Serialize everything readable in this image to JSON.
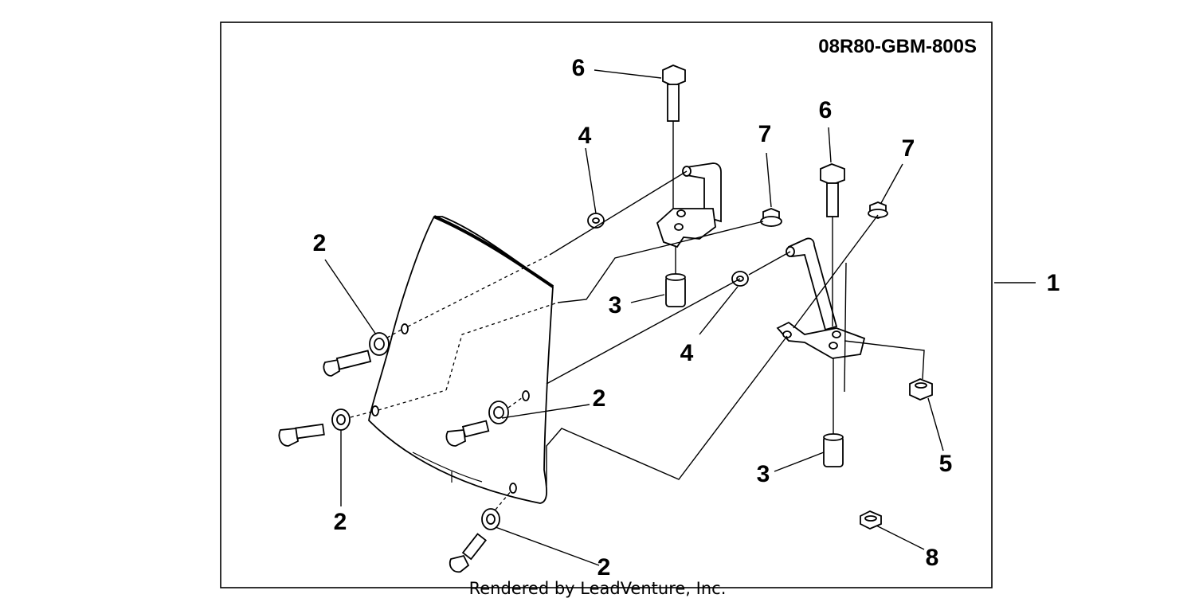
{
  "diagram": {
    "part_code": "08R80-GBM-800S",
    "footer": "Rendered by LeadVenture, Inc.",
    "callouts": [
      "6",
      "4",
      "7",
      "6",
      "7",
      "2",
      "3",
      "1",
      "4",
      "2",
      "5",
      "3",
      "2",
      "2",
      "8"
    ]
  }
}
